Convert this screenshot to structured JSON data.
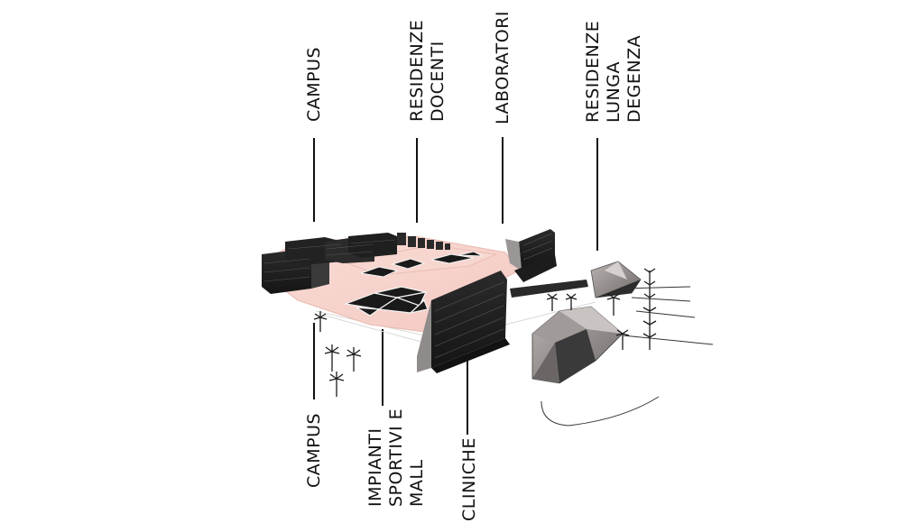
{
  "labels": {
    "campus_top": "CAMPUS",
    "residenze_docenti": "RESIDENZE\nDOCENTI",
    "laboratori": "LABORATORI",
    "residenze_lunga_degenza": "RESIDENZE\nLUNGA\nDEGENZA",
    "campus_bottom": "CAMPUS",
    "impianti_sportivi_mall": "IMPIANTI\nSPORTIVI E\nMALL",
    "cliniche": "CLINICHE"
  },
  "colors": {
    "ground_plane": "#f6d3cc",
    "building_dark": "#1e1e1e",
    "building_grey": "#8a8483",
    "label_text": "#111111"
  }
}
